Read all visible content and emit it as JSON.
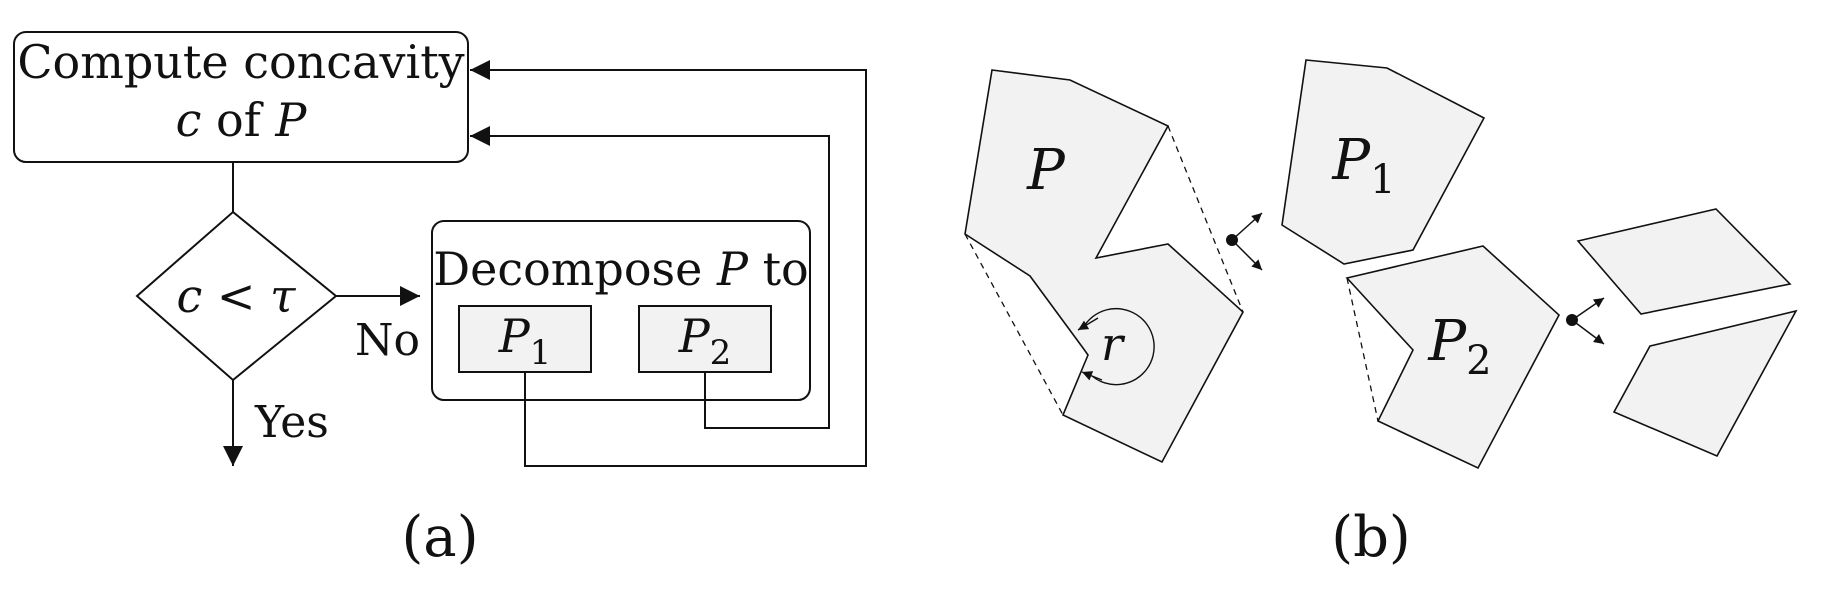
{
  "diagram_a": {
    "box_line1": "Compute concavity",
    "box_line2_c": "c",
    "box_line2_of": " of ",
    "box_line2_P": "P",
    "diamond_c": "c",
    "diamond_lt": " < ",
    "diamond_tau": "τ",
    "no_label": "No",
    "yes_label": "Yes",
    "decompose_word": "Decompose ",
    "decompose_P": "P",
    "decompose_to": " to",
    "p1_letter": "P",
    "p1_sub": "1",
    "p2_letter": "P",
    "p2_sub": "2",
    "caption": "(a)"
  },
  "diagram_b": {
    "poly_P_label": "P",
    "r_label": "r",
    "p1_letter": "P",
    "p1_sub": "1",
    "p2_letter": "P",
    "p2_sub": "2",
    "caption": "(b)"
  },
  "colors": {
    "stroke": "#111111",
    "polygon_fill": "#f2f2f2",
    "background": "#ffffff"
  }
}
